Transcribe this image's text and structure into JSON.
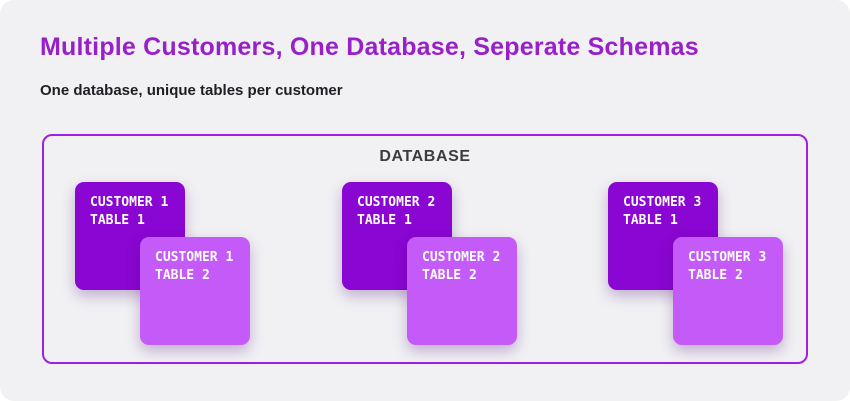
{
  "header": {
    "title": "Multiple Customers, One Database, Seperate Schemas",
    "subtitle": "One database, unique tables per customer"
  },
  "diagram": {
    "container_label": "DATABASE",
    "groups": [
      {
        "name": "customer-1",
        "tables": [
          {
            "customer": "CUSTOMER 1",
            "table": "TABLE 1",
            "variant": "dark"
          },
          {
            "customer": "CUSTOMER 1",
            "table": "TABLE 2",
            "variant": "light"
          }
        ]
      },
      {
        "name": "customer-2",
        "tables": [
          {
            "customer": "CUSTOMER 2",
            "table": "TABLE 1",
            "variant": "dark"
          },
          {
            "customer": "CUSTOMER 2",
            "table": "TABLE 2",
            "variant": "light"
          }
        ]
      },
      {
        "name": "customer-3",
        "tables": [
          {
            "customer": "CUSTOMER 3",
            "table": "TABLE 1",
            "variant": "dark"
          },
          {
            "customer": "CUSTOMER 3",
            "table": "TABLE 2",
            "variant": "light"
          }
        ]
      }
    ]
  },
  "colors": {
    "page_background": "#F1F1F4",
    "outer_background": "#FFFFFF",
    "title": "#991FC9",
    "subtitle": "#1F1F23",
    "container_border": "#A21FE0",
    "database_label": "#3C3C3C",
    "table_dark": "#8A06D2",
    "table_light": "#C45AF7",
    "table_text": "#FFFFFF"
  }
}
